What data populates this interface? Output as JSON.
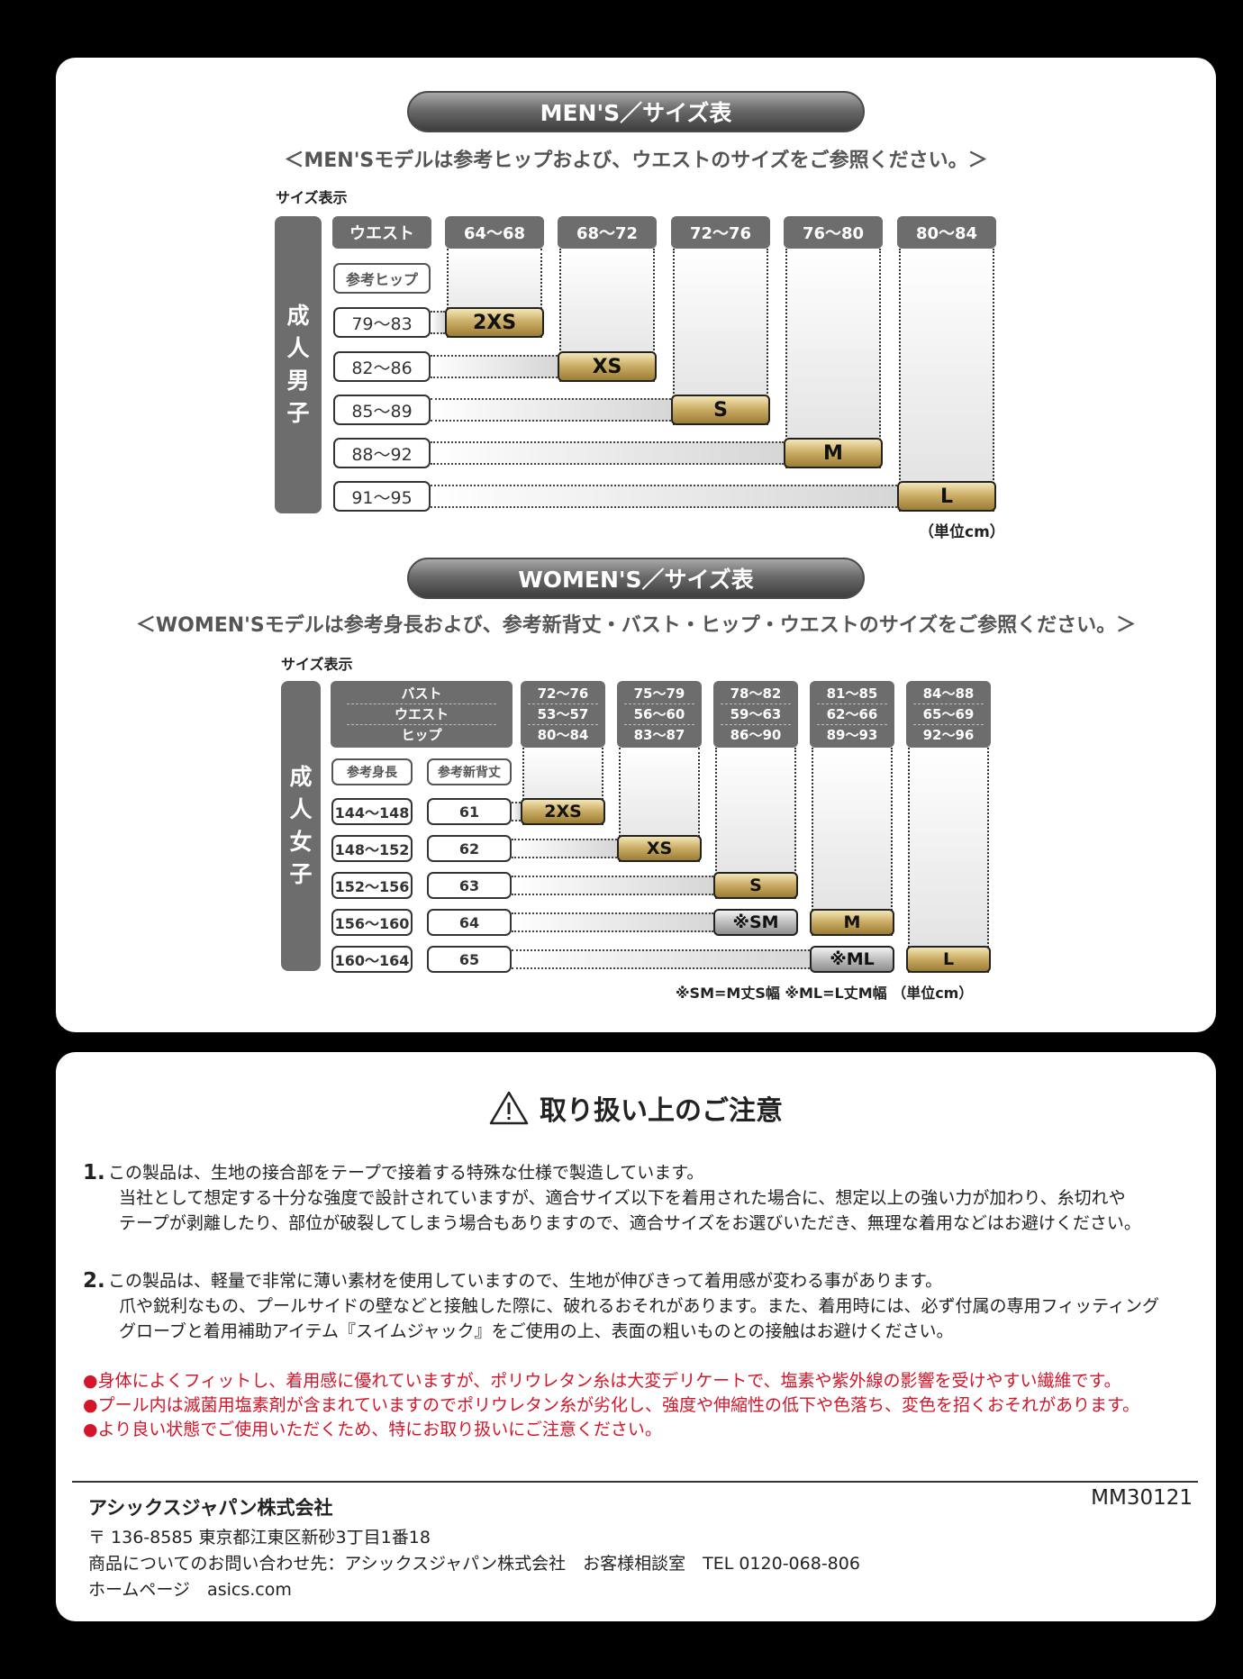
{
  "mens": {
    "title": "MEN'S／サイズ表",
    "subtitle": "＜MEN'Sモデルは参考ヒップおよび、ウエストのサイズをご参照ください。＞",
    "size_label": "サイズ表示",
    "category": [
      "成",
      "人",
      "男",
      "子"
    ],
    "waist_header": "ウエスト",
    "hip_header": "参考ヒップ",
    "waist_cols": [
      "64〜68",
      "68〜72",
      "72〜76",
      "76〜80",
      "80〜84"
    ],
    "hip_rows": [
      "79〜83",
      "82〜86",
      "85〜89",
      "88〜92",
      "91〜95"
    ],
    "sizes": [
      "2XS",
      "XS",
      "S",
      "M",
      "L"
    ],
    "unit": "（単位cm）"
  },
  "womens": {
    "title": "WOMEN'S／サイズ表",
    "subtitle": "＜WOMEN'Sモデルは参考身長および、参考新背丈・バスト・ヒップ・ウエストのサイズをご参照ください。＞",
    "size_label": "サイズ表示",
    "category": [
      "成",
      "人",
      "女",
      "子"
    ],
    "header_labels": [
      "バスト",
      "ウエスト",
      "ヒップ"
    ],
    "height_header": "参考身長",
    "back_header": "参考新背丈",
    "cols": [
      [
        "72〜76",
        "53〜57",
        "80〜84"
      ],
      [
        "75〜79",
        "56〜60",
        "83〜87"
      ],
      [
        "78〜82",
        "59〜63",
        "86〜90"
      ],
      [
        "81〜85",
        "62〜66",
        "89〜93"
      ],
      [
        "84〜88",
        "65〜69",
        "92〜96"
      ]
    ],
    "heights": [
      "144〜148",
      "148〜152",
      "152〜156",
      "156〜160",
      "160〜164"
    ],
    "backs": [
      "61",
      "62",
      "63",
      "64",
      "65"
    ],
    "sizes": [
      "2XS",
      "XS",
      "S",
      "M",
      "L"
    ],
    "special": [
      "※SM",
      "※ML"
    ],
    "footnote": "※SM=M丈S幅  ※ML=L丈M幅  （単位cm）"
  },
  "notice": {
    "title": "取り扱い上のご注意",
    "items": [
      {
        "num": "1.",
        "lines": [
          "この製品は、生地の接合部をテープで接着する特殊な仕様で製造しています。",
          "当社として想定する十分な強度で設計されていますが、適合サイズ以下を着用された場合に、想定以上の強い力が加わり、糸切れや",
          "テープが剥離したり、部位が破裂してしまう場合もありますので、適合サイズをお選びいただき、無理な着用などはお避けください。"
        ]
      },
      {
        "num": "2.",
        "lines": [
          "この製品は、軽量で非常に薄い素材を使用していますので、生地が伸びきって着用感が変わる事があります。",
          "爪や鋭利なもの、プールサイドの壁などと接触した際に、破れるおそれがあります。また、着用時には、必ず付属の専用フィッティング",
          "グローブと着用補助アイテム『スイムジャック』をご使用の上、表面の粗いものとの接触はお避けください。"
        ]
      }
    ],
    "warnings": [
      "身体によくフィットし、着用感に優れていますが、ポリウレタン糸は大変デリケートで、塩素や紫外線の影響を受けやすい繊維です。",
      "プール内は滅菌用塩素剤が含まれていますのでポリウレタン糸が劣化し、強度や伸縮性の低下や色落ち、変色を招くおそれがあります。",
      "より良い状態でご使用いただくため、特にお取り扱いにご注意ください。"
    ]
  },
  "footer": {
    "company": "アシックスジャパン株式会社",
    "code": "MM30121",
    "address": "〒 136-8585 東京都江東区新砂3丁目1番18",
    "contact": "商品についてのお問い合わせ先：アシックスジャパン株式会社　お客様相談室　TEL 0120-068-806",
    "homepage": "ホームページ　asics.com"
  },
  "colors": {
    "gold": "#c8aa62",
    "gray_header": "#6d6d6d",
    "warning_red": "#d4152a"
  }
}
